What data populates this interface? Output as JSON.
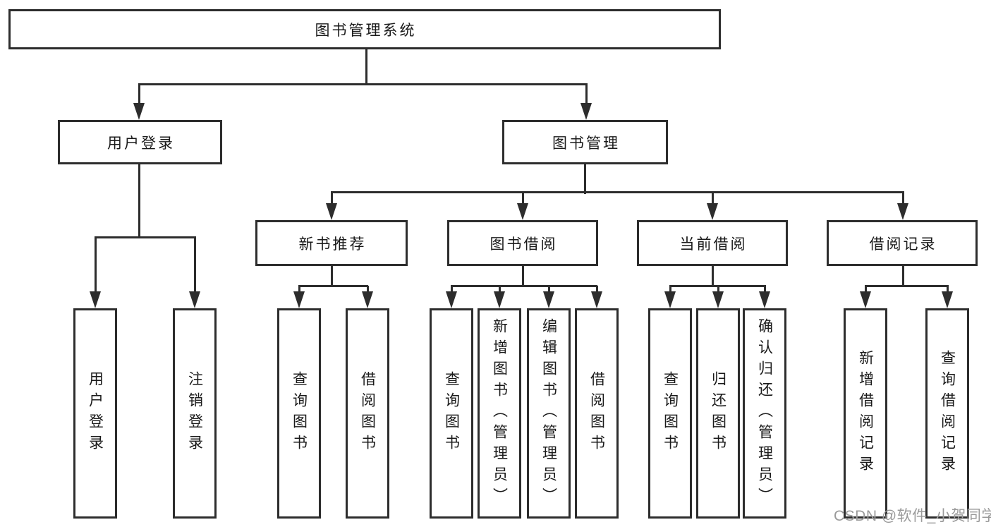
{
  "diagram": {
    "root": {
      "label": "图书管理系统"
    },
    "user_login": {
      "label": "用户登录",
      "children": [
        {
          "label": "用户登录"
        },
        {
          "label": "注销登录"
        }
      ]
    },
    "book_mgmt": {
      "label": "图书管理",
      "children": [
        {
          "label": "新书推荐",
          "children": [
            {
              "label": "查询图书"
            },
            {
              "label": "借阅图书"
            }
          ]
        },
        {
          "label": "图书借阅",
          "children": [
            {
              "label": "查询图书"
            },
            {
              "label": "新增图书（管理员）"
            },
            {
              "label": "编辑图书（管理员）"
            },
            {
              "label": "借阅图书"
            }
          ]
        },
        {
          "label": "当前借阅",
          "children": [
            {
              "label": "查询图书"
            },
            {
              "label": "归还图书"
            },
            {
              "label": "确认归还（管理员）"
            }
          ]
        },
        {
          "label": "借阅记录",
          "children": [
            {
              "label": "新增借阅记录"
            },
            {
              "label": "查询借阅记录"
            }
          ]
        }
      ]
    },
    "watermark": {
      "text": "CSDN @软件_小贺同学",
      "color": "#9a9a9a"
    },
    "colors": {
      "line": "#2d2d2d",
      "box_border": "#2d2d2d",
      "box_fill": "#ffffff",
      "text": "#1a1a1a"
    }
  }
}
